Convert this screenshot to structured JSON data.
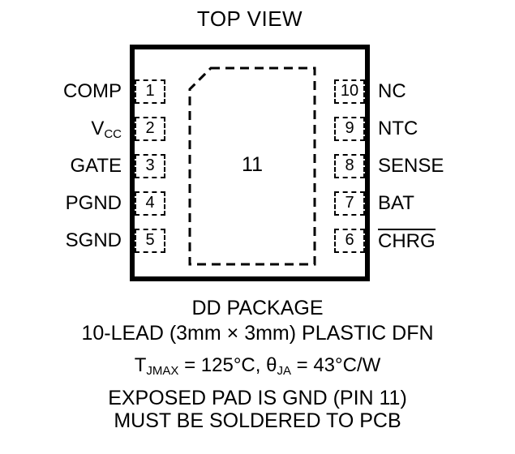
{
  "title": "TOP VIEW",
  "package": {
    "pad_number": "11",
    "left_pins": [
      {
        "label": "COMP",
        "sub": "",
        "number": "1"
      },
      {
        "label": "V",
        "sub": "CC",
        "number": "2"
      },
      {
        "label": "GATE",
        "sub": "",
        "number": "3"
      },
      {
        "label": "PGND",
        "sub": "",
        "number": "4"
      },
      {
        "label": "SGND",
        "sub": "",
        "number": "5"
      }
    ],
    "right_pins": [
      {
        "number": "10",
        "label": "NC",
        "overline": false
      },
      {
        "number": "9",
        "label": "NTC",
        "overline": false
      },
      {
        "number": "8",
        "label": "SENSE",
        "overline": false
      },
      {
        "number": "7",
        "label": "BAT",
        "overline": false
      },
      {
        "number": "6",
        "label": "CHRG",
        "overline": true
      }
    ]
  },
  "notes": {
    "package_name": "DD PACKAGE",
    "package_desc": "10-LEAD (3mm × 3mm) PLASTIC DFN",
    "thermal": {
      "t_prefix": "T",
      "t_sub": "JMAX",
      "t_value": " = 125°C, ",
      "theta": "θ",
      "theta_sub": "JA",
      "theta_value": " = 43°C/W"
    },
    "exposed_pad_line1": "EXPOSED PAD IS GND (PIN 11)",
    "exposed_pad_line2": "MUST BE SOLDERED TO PCB"
  },
  "colors": {
    "ink": "#000000",
    "background": "#ffffff"
  }
}
